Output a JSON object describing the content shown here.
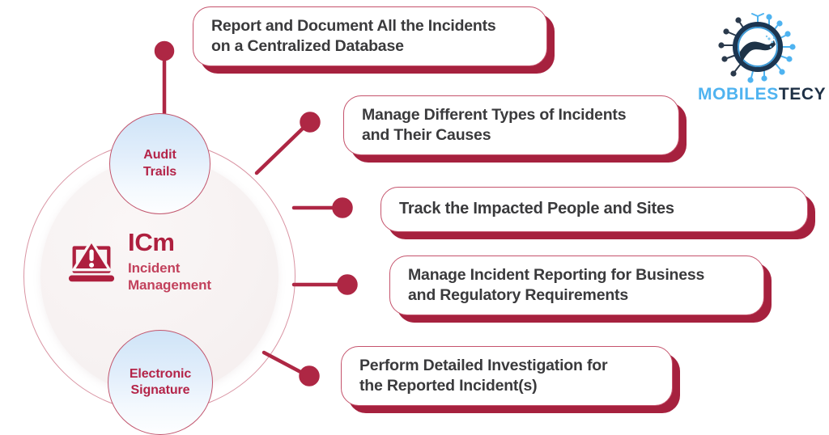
{
  "hub": {
    "title": "ICm",
    "subtitle_line1": "Incident",
    "subtitle_line2": "Management",
    "icon": "laptop-warning-icon",
    "ring_color": "#B83652",
    "title_color": "#AE1F3E",
    "subtitle_color": "#C2415C"
  },
  "satellites": [
    {
      "id": "audit-trails",
      "line1": "Audit",
      "line2": "Trails",
      "text_color": "#B42448"
    },
    {
      "id": "electronic-signature",
      "line1": "Electronic",
      "line2": "Signature",
      "text_color": "#B42448"
    }
  ],
  "callouts": [
    {
      "id": "report-document-incidents",
      "line1": "Report and Document All the Incidents",
      "line2": "on a Centralized Database"
    },
    {
      "id": "manage-incident-types",
      "line1": "Manage Different Types of Incidents",
      "line2": "and Their Causes"
    },
    {
      "id": "track-impacted-people-sites",
      "line1": "Track the Impacted People and Sites",
      "line2": ""
    },
    {
      "id": "manage-incident-reporting",
      "line1": "Manage Incident Reporting for Business",
      "line2": "and Regulatory Requirements"
    },
    {
      "id": "perform-detailed-investigation",
      "line1": "Perform Detailed Investigation for",
      "line2": "the Reported Incident(s)"
    }
  ],
  "logo": {
    "name_part1": "MOBILES",
    "name_part2": "TECY",
    "mark": "circuit-hand-icon",
    "color_part1": "#4FB3F0",
    "color_part2": "#1E3045"
  },
  "theme": {
    "crimson": "#AE1F3E",
    "crimson_shadow": "#A6213E",
    "card_border": "#C5536C",
    "card_text": "#3A3A3C",
    "bubble_blue_top": "#CFE4F7",
    "bubble_blue_bottom": "#FDFEFF",
    "background": "#FFFFFF"
  }
}
